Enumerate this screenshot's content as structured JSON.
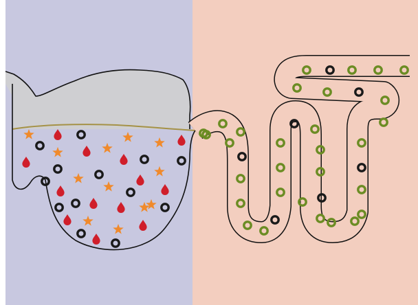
{
  "colors": {
    "left_panel": "#c8c8e0",
    "right_panel": "#f3cebf",
    "left_fill": "#c8c8e0",
    "right_fill": "#f3cebf",
    "gray_cap": "#cfcfd2",
    "surface_line": "#a59246",
    "outline": "#111111",
    "star": "#f08a2c",
    "drop": "#d01e2a",
    "black_ring": "#1a1a1a",
    "green_ring": "#6b8c23"
  },
  "left_region": {
    "stars": 12,
    "drops": 13,
    "black_rings": 13
  },
  "right_region": {
    "black_rings": 7,
    "green_rings": 30
  }
}
